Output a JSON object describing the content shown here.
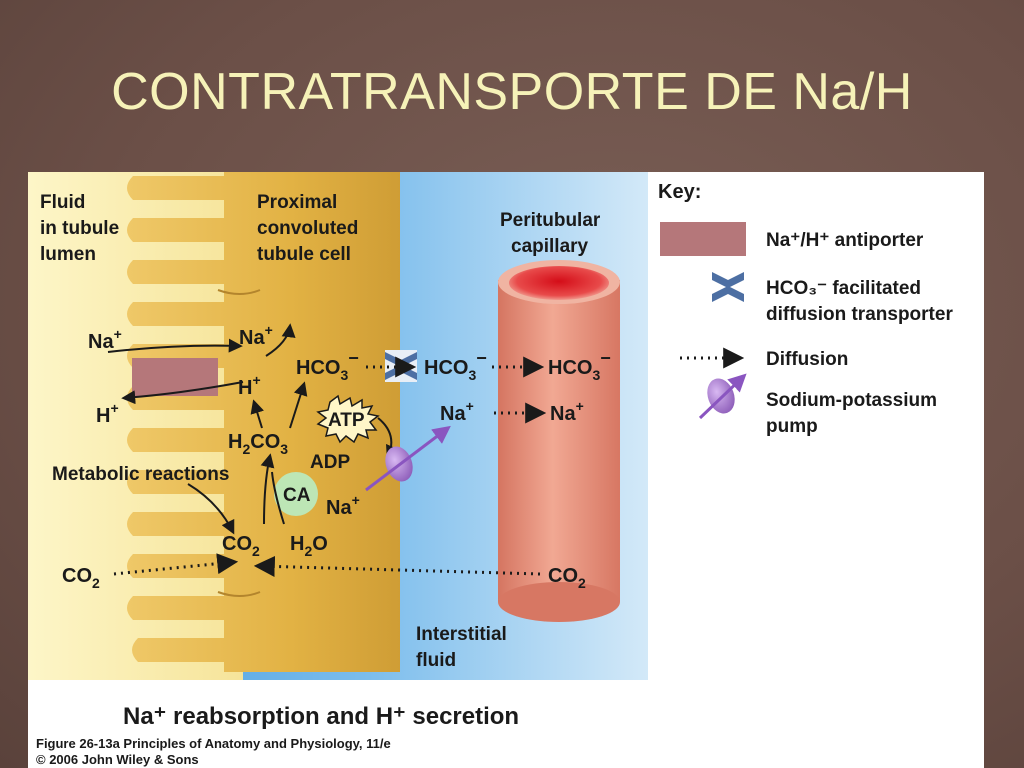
{
  "slide": {
    "title": "CONTRATRANSPORTE DE Na/H"
  },
  "diagram": {
    "regions": {
      "lumen": [
        "Fluid",
        "in tubule",
        "lumen"
      ],
      "cell": [
        "Proximal",
        "convoluted",
        "tubule cell"
      ],
      "capillary": [
        "Peritubular",
        "capillary"
      ],
      "interstitial": [
        "Interstitial",
        "fluid"
      ]
    },
    "labels": {
      "na_lumen": "Na",
      "na_cell": "Na",
      "h_lumen": "H",
      "h_cell": "H",
      "hco3_cell": "HCO",
      "hco3_interstitial": "HCO",
      "hco3_capillary": "HCO",
      "atp": "ATP",
      "h2co3_a": "H",
      "h2co3_b": "CO",
      "adp": "ADP",
      "metabolic": "Metabolic reactions",
      "ca": "CA",
      "na_pump": "Na",
      "na_interstitial": "Na",
      "na_capillary": "Na",
      "co2_cell_a": "CO",
      "h2o_a": "H",
      "h2o_b": "O",
      "co2_lumen": "CO",
      "co2_capillary": "CO",
      "plus": "+",
      "minus": "−",
      "sub2": "2",
      "sub3": "3"
    },
    "key": {
      "title": "Key:",
      "antiporter": "Na⁺/H⁺ antiporter",
      "hco3_transporter_a": "HCO₃⁻ facilitated",
      "hco3_transporter_b": "diffusion transporter",
      "diffusion": "Diffusion",
      "pump_a": "Sodium-potassium",
      "pump_b": "pump"
    },
    "caption": "Na⁺ reabsorption and H⁺ secretion",
    "figure_ref": "Figure 26-13a  Principles of Anatomy and Physiology, 11/e",
    "copyright": "© 2006 John Wiley & Sons"
  },
  "colors": {
    "title": "#f6f2b8",
    "lumen": "#fbf0b0",
    "cell": "#e7b84a",
    "interstitial": "#63b0e6",
    "capillary": "#e9947d",
    "antiporter": "#b5777a",
    "transporter": "#4d6fa3",
    "pump": "#9c6cc4",
    "ca": "#bde6b5"
  }
}
